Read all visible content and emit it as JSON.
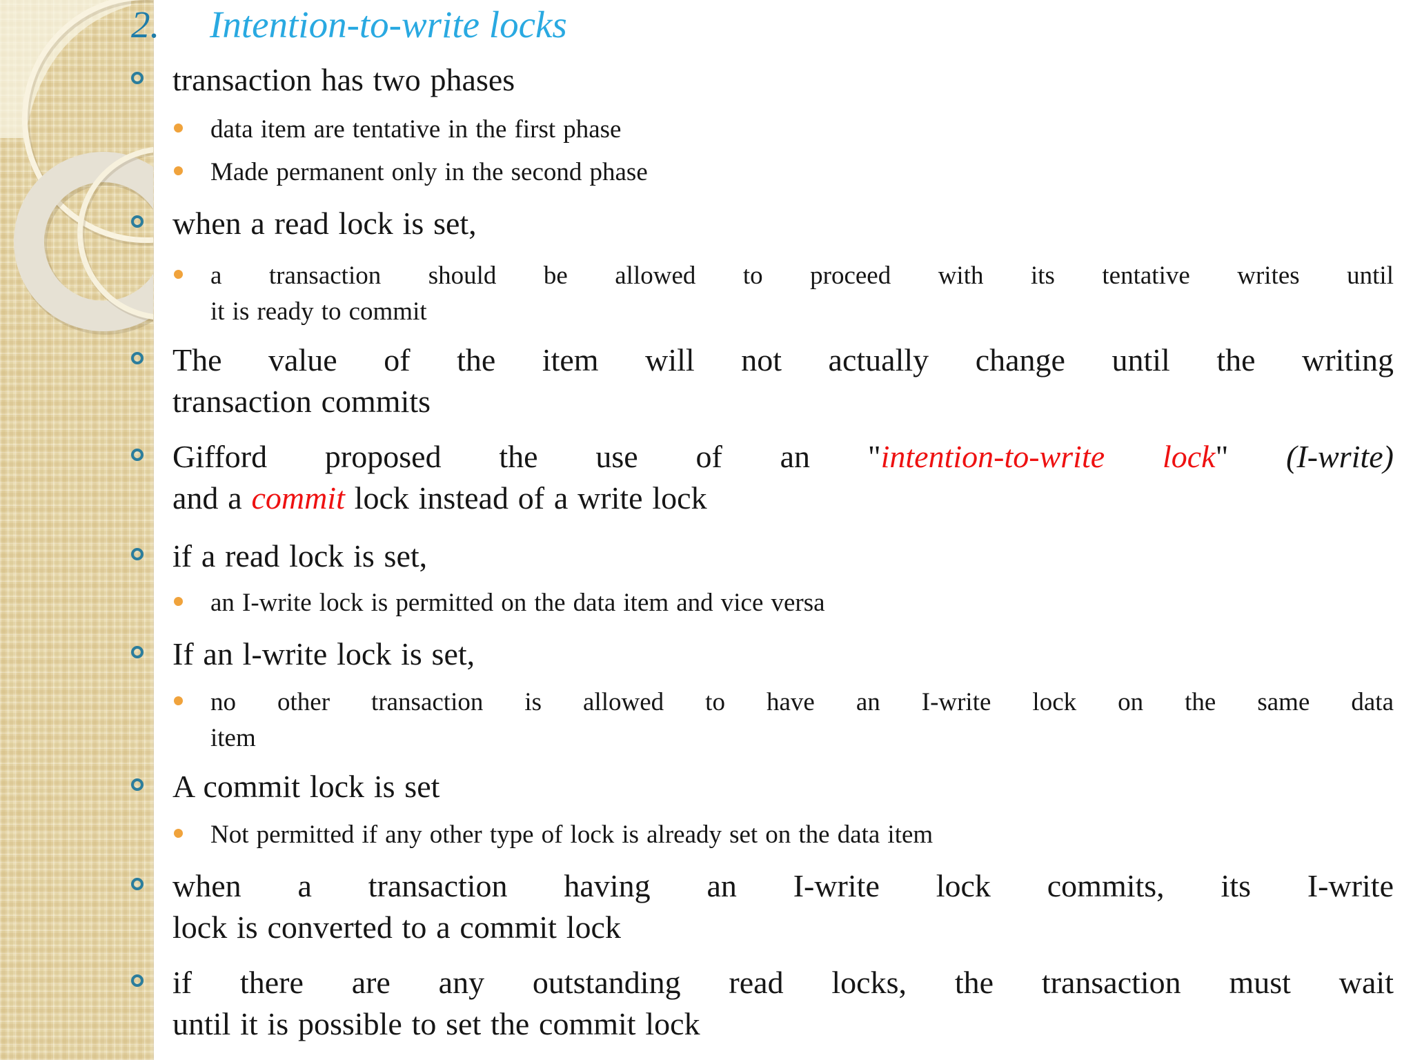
{
  "slide": {
    "number": "2.",
    "title": "Intention-to-write locks"
  },
  "colors": {
    "title_number": "#1f7ca8",
    "title_text": "#29a9e1",
    "accent_red": "#ee1111",
    "bullet_l1": "#2b7d9c",
    "bullet_l2": "#f0a33c",
    "body_text": "#161616"
  },
  "bullets": [
    {
      "level": 1,
      "text": "transaction has two phases"
    },
    {
      "level": 2,
      "text": "data item are tentative in the first phase"
    },
    {
      "level": 2,
      "text": "Made permanent only in the second phase"
    },
    {
      "level": 1,
      "text": "when a read lock is set,"
    },
    {
      "level": 2,
      "line1": "a transaction should be allowed to proceed with its tentative writes until",
      "line2": "it is ready to commit"
    },
    {
      "level": 1,
      "line1": "The value of the item will not actually change until the writing",
      "line2": "transaction commits"
    },
    {
      "level": 1,
      "line1_seg1": "Gifford proposed the use of an \"",
      "line1_seg2": "intention-to-write lock",
      "line1_seg3": "\" ",
      "line1_seg4": "(I-write)",
      "line2_seg1": "and a ",
      "line2_seg2": "commit",
      "line2_seg3": " lock instead of a write lock"
    },
    {
      "level": 1,
      "text": "if a read lock is set,"
    },
    {
      "level": 2,
      "text": "an I-write lock is permitted on the data item and vice versa"
    },
    {
      "level": 1,
      "text": "If an l-write lock is set,"
    },
    {
      "level": 2,
      "line1": "no other transaction is allowed to have an I-write lock on the same data",
      "line2": "item"
    },
    {
      "level": 1,
      "text": "A commit lock is set"
    },
    {
      "level": 2,
      "text": "Not permitted if any other type of lock is already set on the data item"
    },
    {
      "level": 1,
      "line1": "when a transaction having an I-write lock commits, its I-write",
      "line2": "lock is converted to a commit lock"
    },
    {
      "level": 1,
      "line1": "if there are any outstanding read locks, the transaction must wait",
      "line2": "until it is possible to set the commit lock"
    }
  ]
}
